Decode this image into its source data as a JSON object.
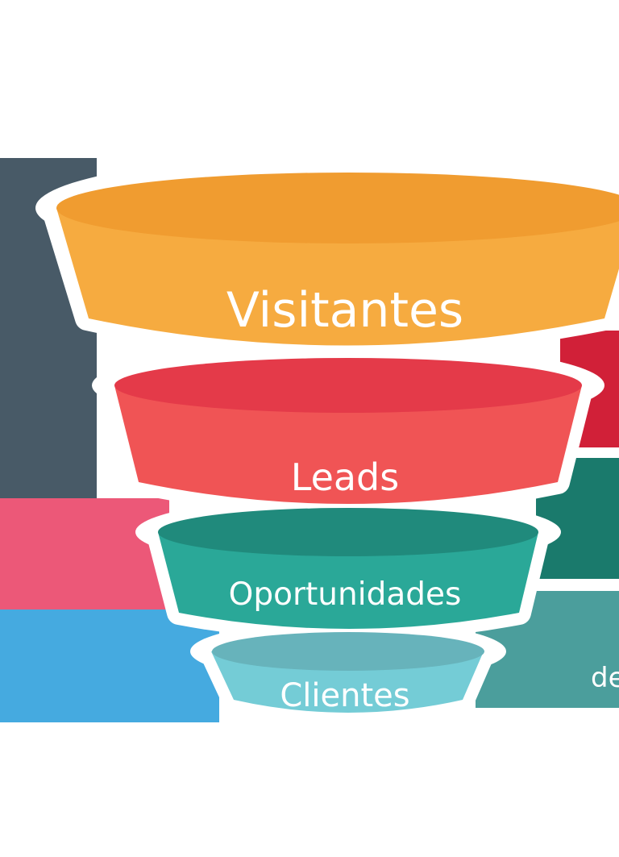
{
  "funnel": {
    "stages": [
      {
        "label": "Visitantes",
        "top": "#f09c30",
        "body": "#f6ab40"
      },
      {
        "label": "Leads",
        "top": "#e43a49",
        "body": "#f05455"
      },
      {
        "label": "Oportunidades",
        "top": "#208a7c",
        "body": "#2aa898"
      },
      {
        "label": "Clientes",
        "top": "#67b3bb",
        "body": "#74ccd6"
      }
    ]
  },
  "side_panels": {
    "left": [
      "#485a67",
      "#ec5878",
      "#45aae0"
    ],
    "right": [
      "#d12038",
      "#1a7a6c",
      "#4b9e9c"
    ]
  },
  "right_partial_text": "de"
}
